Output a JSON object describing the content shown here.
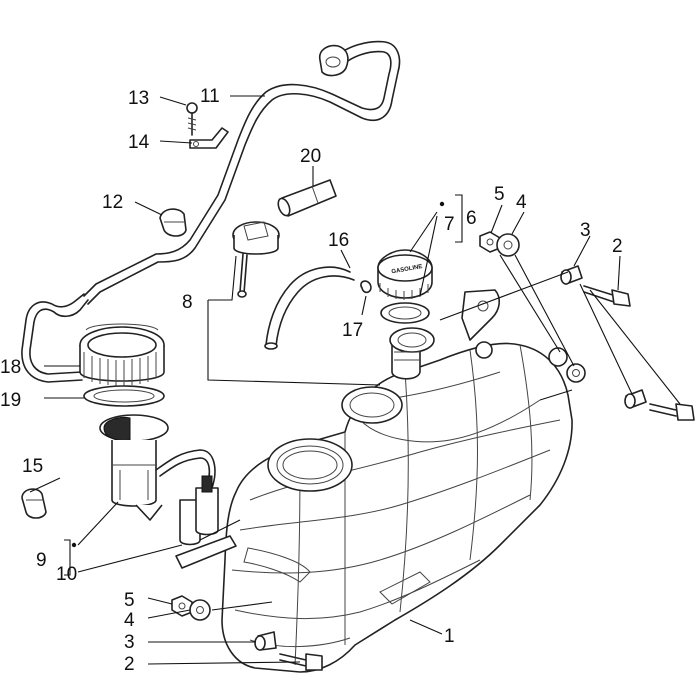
{
  "callouts": {
    "c1": "1",
    "c2a": "2",
    "c2b": "2",
    "c3a": "3",
    "c3b": "3",
    "c4a": "4",
    "c4b": "4",
    "c5a": "5",
    "c5b": "5",
    "c6": "6",
    "c7": "7",
    "c8": "8",
    "c9": "9",
    "c10": "10",
    "c11": "11",
    "c12": "12",
    "c13": "13",
    "c14": "14",
    "c15": "15",
    "c16": "16",
    "c17": "17",
    "c18": "18",
    "c19": "19",
    "c20": "20"
  },
  "cap_label": "GASOLINE"
}
